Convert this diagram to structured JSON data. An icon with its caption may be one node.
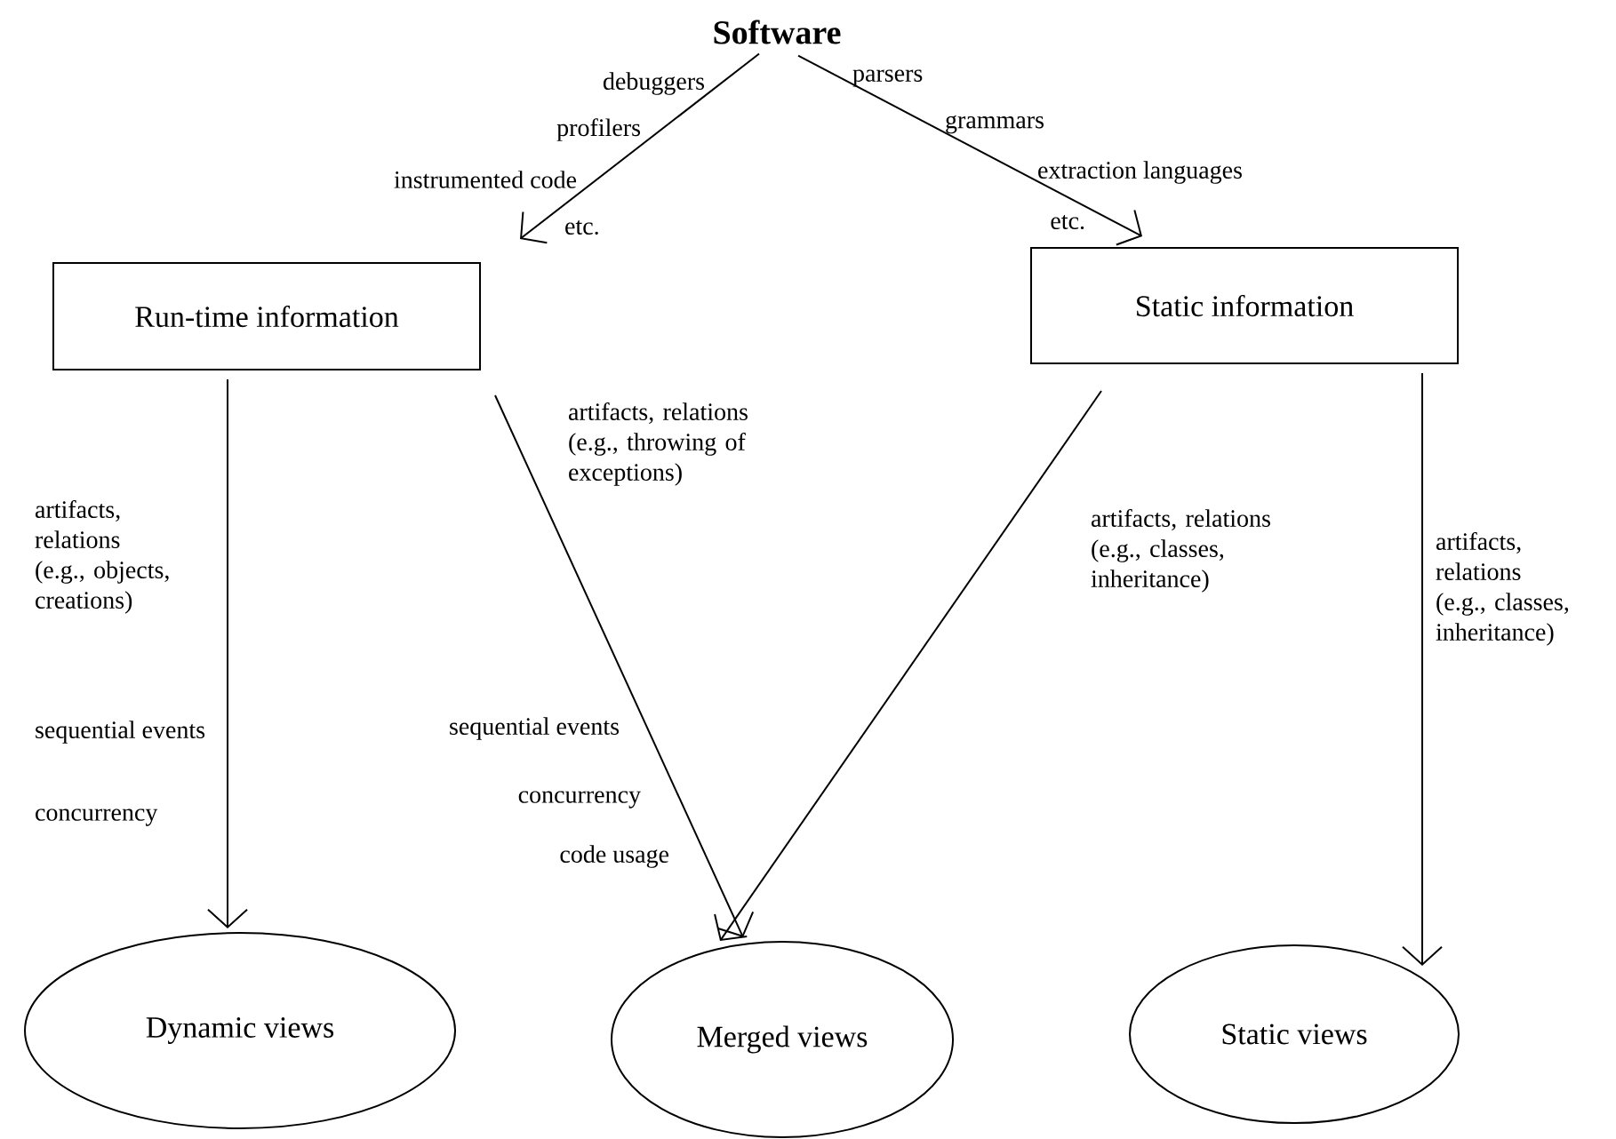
{
  "diagram": {
    "nodes": [
      {
        "text": [
          "Software"
        ]
      },
      {
        "text": [
          "Run-time information"
        ]
      },
      {
        "text": [
          "Static information"
        ]
      },
      {
        "text": [
          "Dynamic views"
        ]
      },
      {
        "text": [
          "Merged views"
        ]
      },
      {
        "text": [
          "Static views"
        ]
      }
    ],
    "edges": [
      {
        "from": 0,
        "to": 1,
        "arrow": "to"
      },
      {
        "from": 0,
        "to": 2,
        "arrow": "to"
      },
      {
        "from": 1,
        "to": 3,
        "arrow": "to"
      },
      {
        "from": 1,
        "to": 4,
        "arrow": "to"
      },
      {
        "from": 2,
        "to": 4,
        "arrow": "to"
      },
      {
        "from": 2,
        "to": 5,
        "arrow": "to"
      }
    ],
    "labels": [
      "debuggers",
      "profilers",
      "instrumented code",
      "etc.",
      "parsers",
      "grammars",
      "extraction languages",
      "etc.",
      "artifacts, relations (e.g., objects, creations)",
      "artifacts, relations (e.g., throwing of exceptions)",
      "artifacts, relations (e.g., classes, inheritance)",
      "artifacts, relations (e.g., classes, inheritance)",
      "sequential events",
      "sequential events",
      "concurrency",
      "concurrency",
      "code usage"
    ]
  }
}
